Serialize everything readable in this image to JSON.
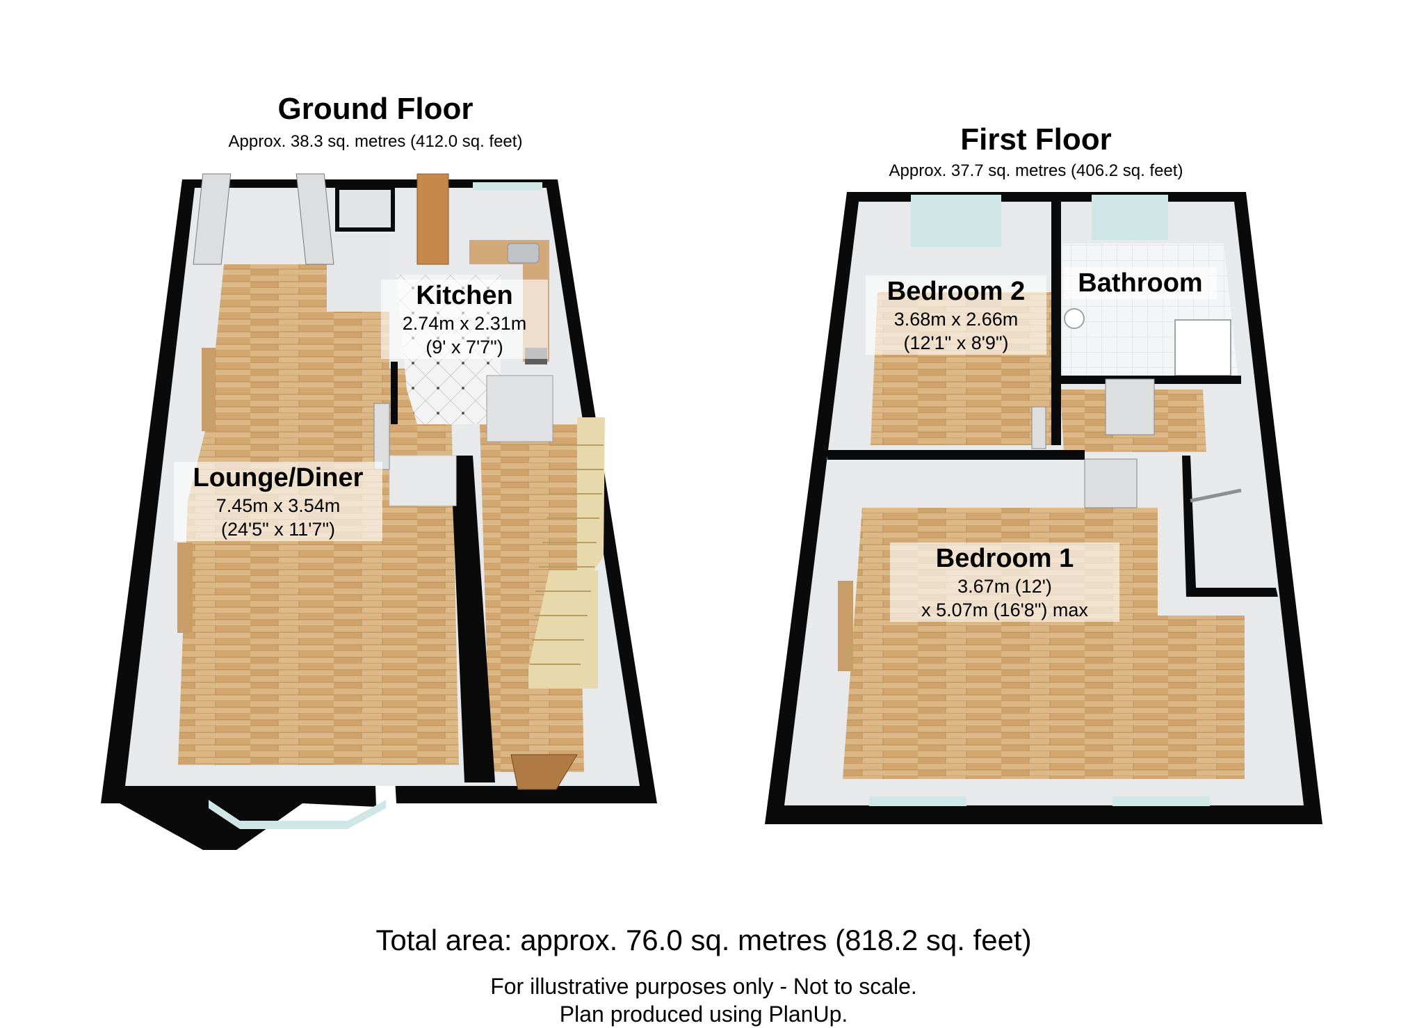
{
  "ground_floor": {
    "title": "Ground Floor",
    "area": "Approx. 38.3 sq. metres (412.0 sq. feet)",
    "rooms": [
      {
        "name": "Kitchen",
        "dim1": "2.74m x 2.31m",
        "dim2": "(9' x 7'7\")"
      },
      {
        "name": "Lounge/Diner",
        "dim1": "7.45m x 3.54m",
        "dim2": "(24'5\" x 11'7\")"
      }
    ]
  },
  "first_floor": {
    "title": "First Floor",
    "area": "Approx. 37.7 sq. metres (406.2 sq. feet)",
    "rooms": [
      {
        "name": "Bedroom 2",
        "dim1": "3.68m x 2.66m",
        "dim2": "(12'1\" x 8'9\")"
      },
      {
        "name": "Bathroom"
      },
      {
        "name": "Bedroom 1",
        "dim1": "3.67m (12')",
        "dim2": "x 5.07m (16'8\") max"
      }
    ]
  },
  "footer": {
    "total": "Total area: approx. 76.0 sq. metres (818.2 sq. feet)",
    "note1": "For illustrative purposes only - Not to scale.",
    "note2": "Plan produced using PlanUp."
  },
  "colors": {
    "wall": "#0a0a0a",
    "floor_wood": "#d9b27c",
    "wall_inner": "#e6e8ea",
    "window": "#cfe7e6",
    "tile": "#f2f2f2"
  }
}
